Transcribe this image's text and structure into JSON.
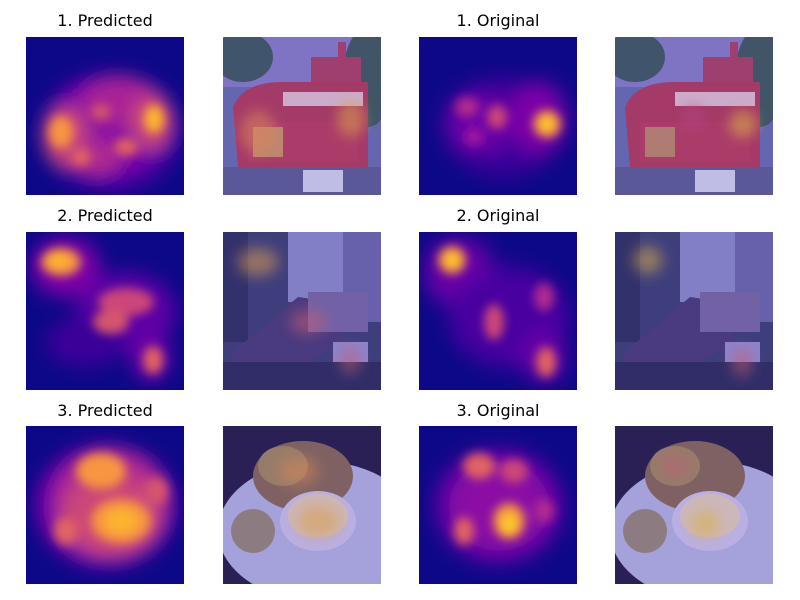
{
  "rows": [
    {
      "predicted_title": "1. Predicted",
      "original_title": "1. Original",
      "scene": "red double-decker bus building with trees"
    },
    {
      "predicted_title": "2. Predicted",
      "original_title": "2. Original",
      "scene": "living room interior with sofa and window"
    },
    {
      "predicted_title": "3. Predicted",
      "original_title": "3. Original",
      "scene": "plate of food with bowl of soup"
    }
  ],
  "colors": {
    "heatmap_low": "#0d0887",
    "heatmap_mid": "#9c179e",
    "heatmap_high": "#fdb42f",
    "overlay_tint": "#4b3dd6"
  }
}
